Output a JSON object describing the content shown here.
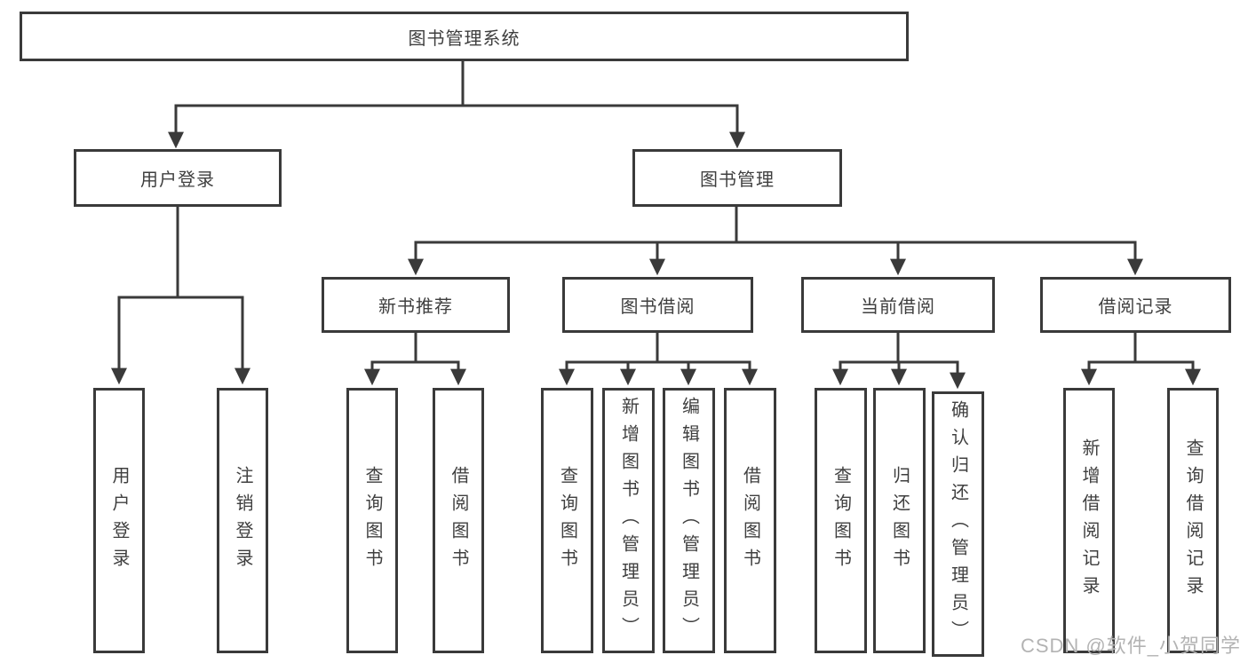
{
  "diagram_type": "hierarchy-tree",
  "tree": {
    "label": "图书管理系统",
    "children": [
      {
        "label": "用户登录",
        "children": [
          {
            "label": "用户登录"
          },
          {
            "label": "注销登录"
          }
        ]
      },
      {
        "label": "图书管理",
        "children": [
          {
            "label": "新书推荐",
            "children": [
              {
                "label": "查询图书"
              },
              {
                "label": "借阅图书"
              }
            ]
          },
          {
            "label": "图书借阅",
            "children": [
              {
                "label": "查询图书"
              },
              {
                "label": "新增图书（管理员）"
              },
              {
                "label": "编辑图书（管理员）"
              },
              {
                "label": "借阅图书"
              }
            ]
          },
          {
            "label": "当前借阅",
            "children": [
              {
                "label": "查询图书"
              },
              {
                "label": "归还图书"
              },
              {
                "label": "确认归还（管理员）"
              }
            ]
          },
          {
            "label": "借阅记录",
            "children": [
              {
                "label": "新增借阅记录"
              },
              {
                "label": "查询借阅记录"
              }
            ]
          }
        ]
      }
    ]
  },
  "watermark": {
    "text": "CSDN @软件_小贺同学"
  },
  "colors": {
    "line": "#3a3a3a",
    "box_border": "#3a3a3a",
    "text": "#3f3f3f",
    "watermark": "#b3b3b3",
    "background": "#ffffff"
  }
}
